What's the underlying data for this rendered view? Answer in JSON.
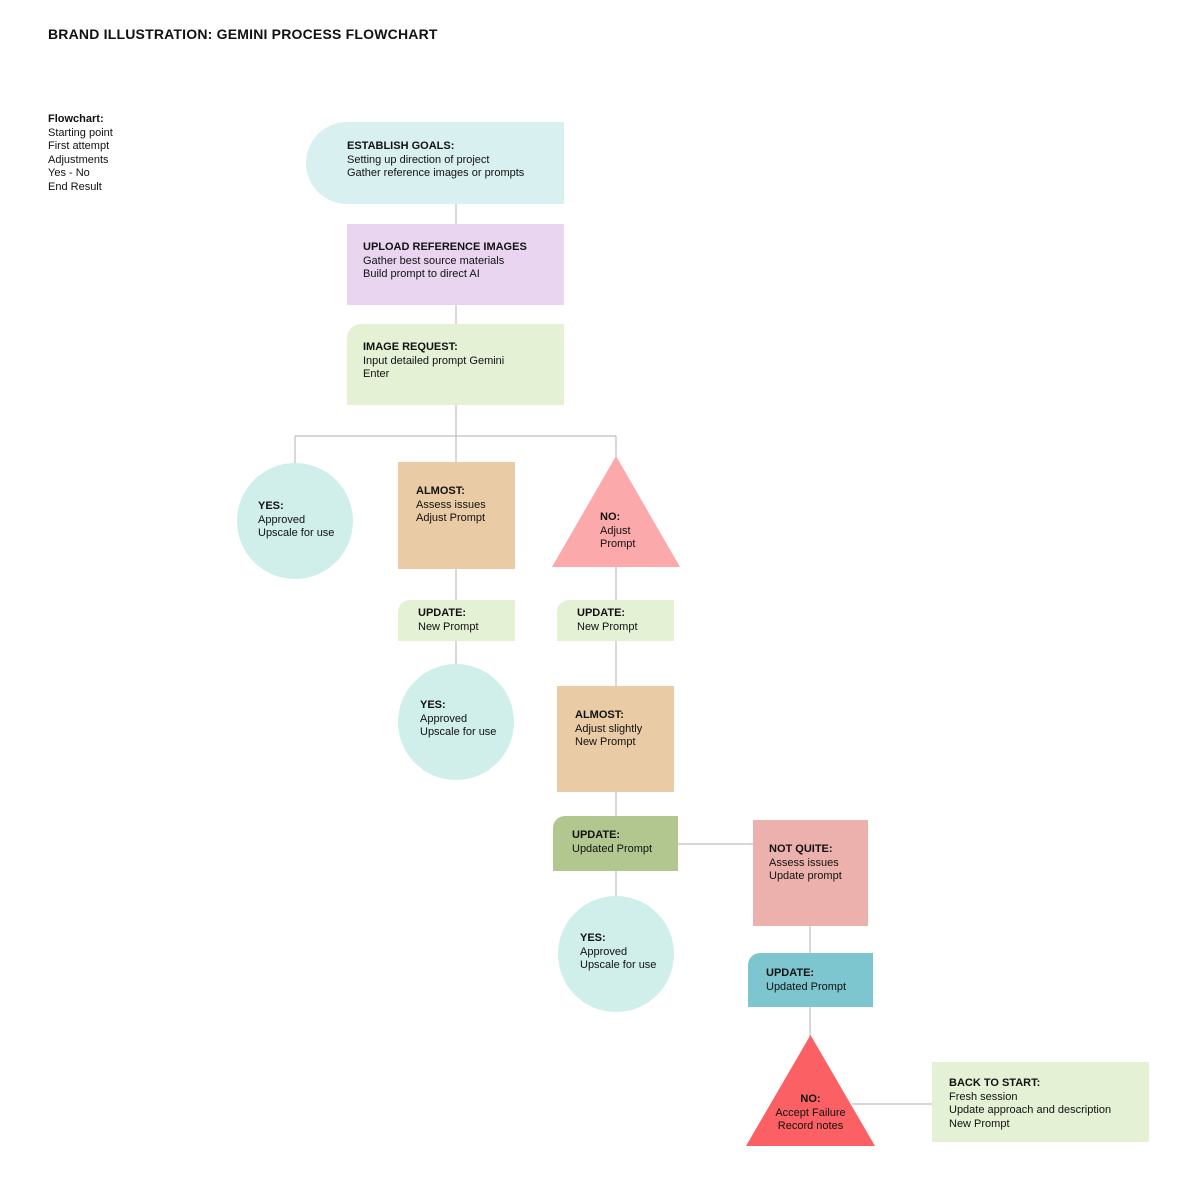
{
  "title": "BRAND ILLUSTRATION: GEMINI PROCESS FLOWCHART",
  "legend": {
    "heading": "Flowchart:",
    "items": [
      "Starting point",
      "First attempt",
      "Adjustments",
      "Yes - No",
      "End Result"
    ]
  },
  "colors": {
    "goals": "#d9f0f0",
    "upload": "#ead5f0",
    "light_green": "#e4f1d5",
    "yes": "#d0eeea",
    "almost": "#e9cba6",
    "no": "#fca9ac",
    "update_dark": "#b1c78f",
    "not_quite": "#ecb1ac",
    "update_teal": "#7dc6d0",
    "no_final": "#fb6064",
    "line": "#bdbdbd"
  },
  "nodes": {
    "establish_goals": {
      "title": "ESTABLISH GOALS:",
      "lines": [
        "Setting up direction of project",
        "Gather reference images or prompts"
      ]
    },
    "upload_reference": {
      "title": "UPLOAD REFERENCE IMAGES",
      "lines": [
        "Gather best source materials",
        "Build prompt to direct AI"
      ]
    },
    "image_request": {
      "title": "IMAGE REQUEST:",
      "lines": [
        "Input detailed prompt Gemini",
        "Enter"
      ]
    },
    "yes_1": {
      "title": "YES:",
      "lines": [
        "Approved",
        "Upscale for use"
      ]
    },
    "almost_1": {
      "title": "ALMOST:",
      "lines": [
        "Assess issues",
        "Adjust Prompt"
      ]
    },
    "no_1": {
      "title": "NO:",
      "lines": [
        "Adjust",
        "Prompt"
      ]
    },
    "update_1": {
      "title": "UPDATE:",
      "lines": [
        "New Prompt"
      ]
    },
    "update_2": {
      "title": "UPDATE:",
      "lines": [
        "New Prompt"
      ]
    },
    "yes_2": {
      "title": "YES:",
      "lines": [
        "Approved",
        "Upscale for use"
      ]
    },
    "almost_2": {
      "title": "ALMOST:",
      "lines": [
        "Adjust slightly",
        "New Prompt"
      ]
    },
    "update_3": {
      "title": "UPDATE:",
      "lines": [
        "Updated Prompt"
      ]
    },
    "not_quite": {
      "title": "NOT QUITE:",
      "lines": [
        "Assess issues",
        "Update prompt"
      ]
    },
    "yes_3": {
      "title": "YES:",
      "lines": [
        "Approved",
        "Upscale for use"
      ]
    },
    "update_4": {
      "title": "UPDATE:",
      "lines": [
        "Updated Prompt"
      ]
    },
    "no_final": {
      "title": "NO:",
      "lines": [
        "Accept Failure",
        "Record notes"
      ]
    },
    "back_to_start": {
      "title": "BACK TO START:",
      "lines": [
        "Fresh session",
        "Update approach and description",
        "New Prompt"
      ]
    }
  }
}
